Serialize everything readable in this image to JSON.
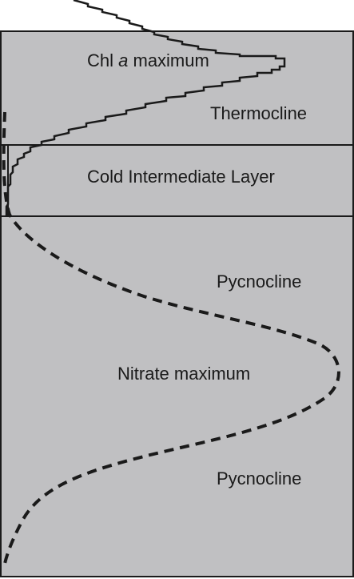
{
  "diagram": {
    "colors": {
      "background": "#c0c0c2",
      "box_border": "#1a1a1a",
      "curve": "#1a1a1a",
      "text": "#1a1a1a"
    },
    "labels": {
      "chl_prefix": "Chl ",
      "chl_italic": "a",
      "chl_suffix": " maximum",
      "thermocline": "Thermocline",
      "cold_intermediate_layer": "Cold Intermediate Layer",
      "pycnocline_upper": "Pycnocline",
      "nitrate_maximum": "Nitrate maximum",
      "pycnocline_lower": "Pycnocline"
    },
    "curves": [
      {
        "name": "chlorophyll-profile",
        "style": "solid-stepped"
      },
      {
        "name": "nitrate-profile",
        "style": "dashed"
      }
    ]
  }
}
